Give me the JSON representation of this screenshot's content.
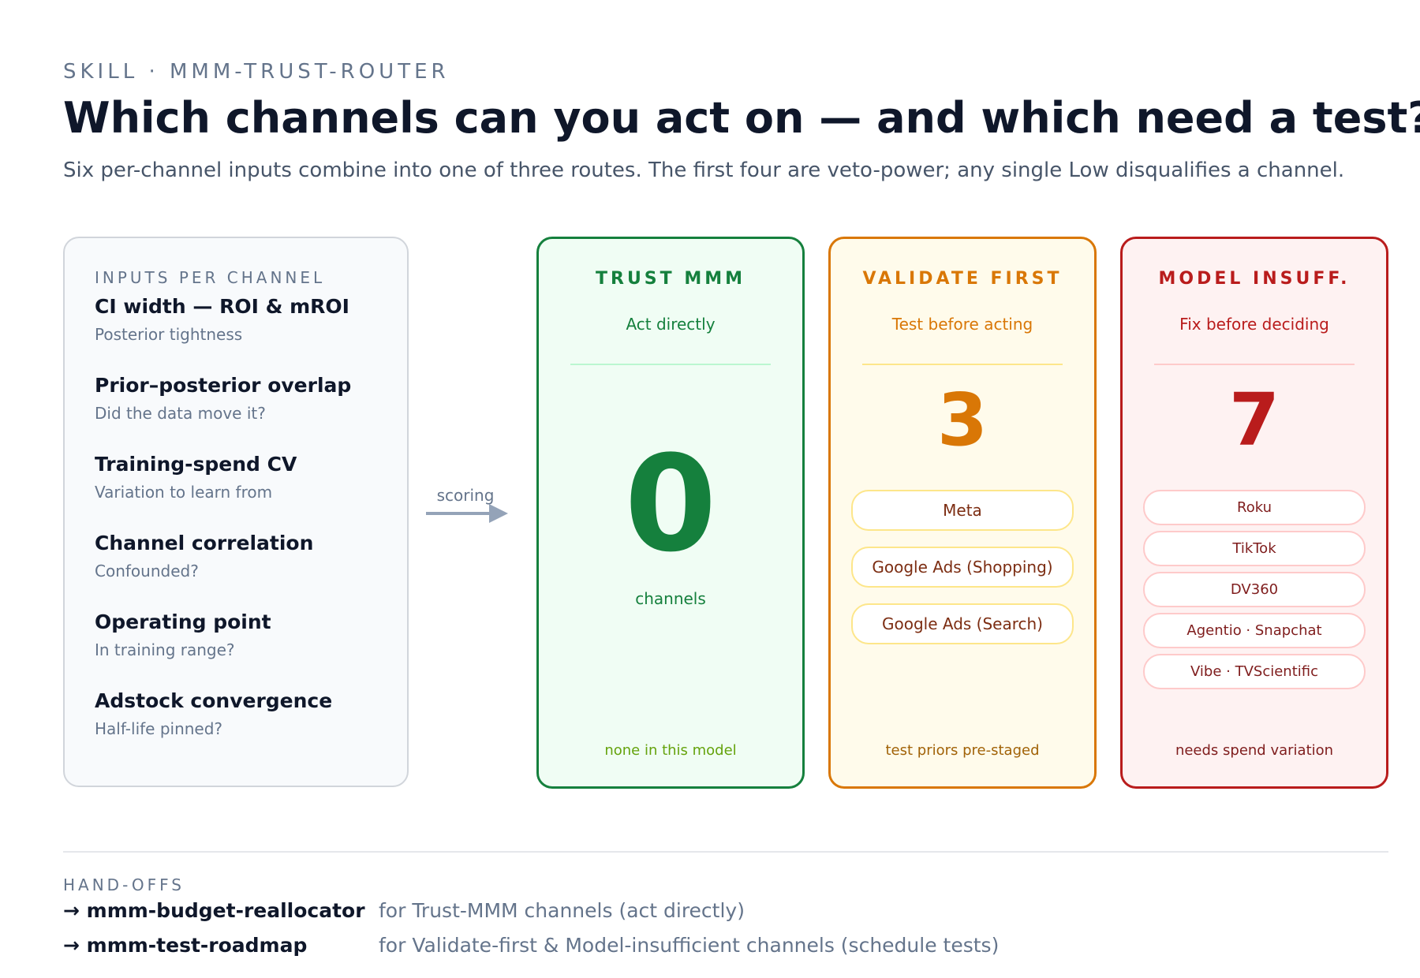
{
  "header": {
    "eyebrow": "SKILL · MMM-TRUST-ROUTER",
    "title": "Which channels can you act on — and which need a test?",
    "subtitle": "Six per-channel inputs combine into one of three routes. The first four are veto-power; any single Low disqualifies a channel."
  },
  "inputs": {
    "heading": "INPUTS PER CHANNEL",
    "items": [
      {
        "name": "CI width — ROI & mROI",
        "desc": "Posterior tightness"
      },
      {
        "name": "Prior–posterior overlap",
        "desc": "Did the data move it?"
      },
      {
        "name": "Training-spend CV",
        "desc": "Variation to learn from"
      },
      {
        "name": "Channel correlation",
        "desc": "Confounded?"
      },
      {
        "name": "Operating point",
        "desc": "In training range?"
      },
      {
        "name": "Adstock convergence",
        "desc": "Half-life pinned?"
      }
    ]
  },
  "connector": {
    "label": "scoring",
    "color": "#94a3b8"
  },
  "routes": {
    "trust": {
      "label": "TRUST MMM",
      "tagline": "Act directly",
      "count": "0",
      "unit": "channels",
      "footnote": "none in this model",
      "color": "#15803d"
    },
    "validate": {
      "label": "VALIDATE FIRST",
      "tagline": "Test before acting",
      "count": "3",
      "channels": [
        "Meta",
        "Google Ads (Shopping)",
        "Google Ads (Search)"
      ],
      "footnote": "test priors pre-staged",
      "color": "#d97706"
    },
    "insufficient": {
      "label": "MODEL INSUFF.",
      "tagline": "Fix before deciding",
      "count": "7",
      "channels": [
        "Roku",
        "TikTok",
        "DV360",
        "Agentio · Snapchat",
        "Vibe · TVScientific"
      ],
      "footnote": "needs spend variation",
      "color": "#b91c1c"
    }
  },
  "handoffs": {
    "heading": "HAND-OFFS",
    "items": [
      {
        "target": "→ mmm-budget-reallocator",
        "purpose": "for Trust-MMM channels (act directly)"
      },
      {
        "target": "→ mmm-test-roadmap",
        "purpose": "for Validate-first & Model-insufficient channels (schedule tests)"
      }
    ]
  }
}
